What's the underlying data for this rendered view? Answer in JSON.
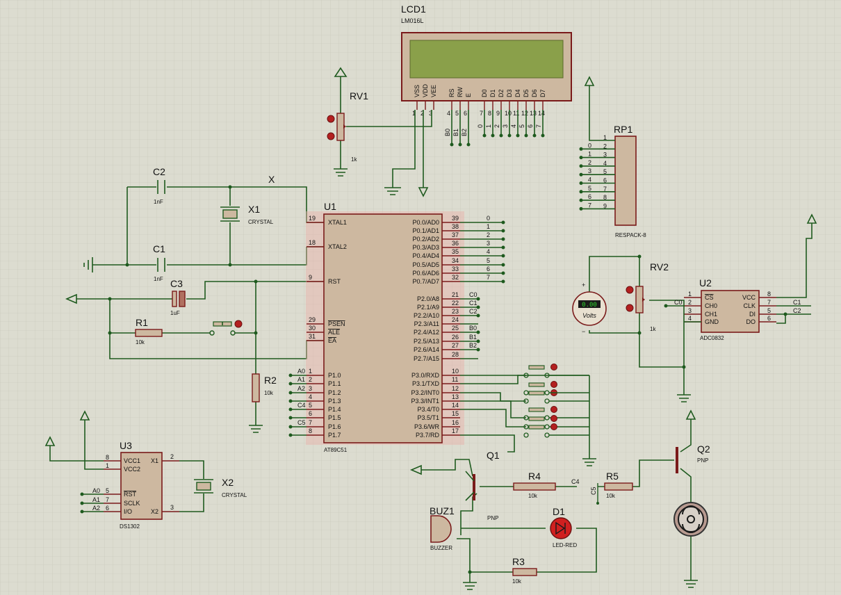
{
  "colors": {
    "background": "#dcdcd0",
    "grid": "#c8c8bc",
    "wire": "#1e5a1e",
    "pin": "#7a1a1a",
    "body": "#cdb8a0",
    "lcd_screen": "#8aa04a"
  },
  "lcd": {
    "ref": "LCD1",
    "model": "LM016L",
    "pins": [
      "VSS",
      "VDD",
      "VEE",
      "RS",
      "RW",
      "E",
      "D0",
      "D1",
      "D2",
      "D3",
      "D4",
      "D5",
      "D6",
      "D7"
    ],
    "pin_numbers": [
      "1",
      "2",
      "3",
      "4",
      "5",
      "6",
      "7",
      "8",
      "9",
      "10",
      "11",
      "12",
      "13",
      "14"
    ],
    "nets_rs": [
      "B0",
      "B1",
      "B2"
    ],
    "nets_data": [
      "0",
      "1",
      "2",
      "3",
      "4",
      "5",
      "6",
      "7"
    ]
  },
  "rv1": {
    "ref": "RV1",
    "value": "1k"
  },
  "rv2": {
    "ref": "RV2",
    "value": "1k"
  },
  "rp1": {
    "ref": "RP1",
    "model": "RESPACK-8",
    "pins": [
      "1",
      "2",
      "3",
      "4",
      "5",
      "6",
      "7",
      "8",
      "9"
    ],
    "nets": [
      "0",
      "1",
      "2",
      "3",
      "4",
      "5",
      "6",
      "7"
    ]
  },
  "c1": {
    "ref": "C1",
    "value": "1nF"
  },
  "c2": {
    "ref": "C2",
    "value": "1nF"
  },
  "c3": {
    "ref": "C3",
    "value": "1uF"
  },
  "x1": {
    "ref": "X1",
    "model": "CRYSTAL"
  },
  "x2": {
    "ref": "X2",
    "model": "CRYSTAL"
  },
  "r1": {
    "ref": "R1",
    "value": "10k"
  },
  "r2": {
    "ref": "R2",
    "value": "10k"
  },
  "r3": {
    "ref": "R3",
    "value": "10k"
  },
  "r4": {
    "ref": "R4",
    "value": "10k"
  },
  "r5": {
    "ref": "R5",
    "value": "10k"
  },
  "nc_mark": "X",
  "u1": {
    "ref": "U1",
    "model": "AT89C51",
    "left_pins": [
      [
        "19",
        "XTAL1"
      ],
      [
        "18",
        "XTAL2"
      ],
      [
        "9",
        "RST"
      ],
      [
        "29",
        "PSEN"
      ],
      [
        "30",
        "ALE"
      ],
      [
        "31",
        "EA"
      ],
      [
        "1",
        "P1.0"
      ],
      [
        "2",
        "P1.1"
      ],
      [
        "3",
        "P1.2"
      ],
      [
        "4",
        "P1.3"
      ],
      [
        "5",
        "P1.4"
      ],
      [
        "6",
        "P1.5"
      ],
      [
        "7",
        "P1.6"
      ],
      [
        "8",
        "P1.7"
      ]
    ],
    "left_nets": [
      "A0",
      "A1",
      "A2",
      "",
      "C4",
      "",
      "C5",
      ""
    ],
    "right_pins": [
      [
        "39",
        "P0.0/AD0"
      ],
      [
        "38",
        "P0.1/AD1"
      ],
      [
        "37",
        "P0.2/AD2"
      ],
      [
        "36",
        "P0.3/AD3"
      ],
      [
        "35",
        "P0.4/AD4"
      ],
      [
        "34",
        "P0.5/AD5"
      ],
      [
        "33",
        "P0.6/AD6"
      ],
      [
        "32",
        "P0.7/AD7"
      ],
      [
        "21",
        "P2.0/A8"
      ],
      [
        "22",
        "P2.1/A9"
      ],
      [
        "23",
        "P2.2/A10"
      ],
      [
        "24",
        "P2.3/A11"
      ],
      [
        "25",
        "P2.4/A12"
      ],
      [
        "26",
        "P2.5/A13"
      ],
      [
        "27",
        "P2.6/A14"
      ],
      [
        "28",
        "P2.7/A15"
      ],
      [
        "10",
        "P3.0/RXD"
      ],
      [
        "11",
        "P3.1/TXD"
      ],
      [
        "12",
        "P3.2/INT0"
      ],
      [
        "13",
        "P3.3/INT1"
      ],
      [
        "14",
        "P3.4/T0"
      ],
      [
        "15",
        "P3.5/T1"
      ],
      [
        "16",
        "P3.6/WR"
      ],
      [
        "17",
        "P3.7/RD"
      ]
    ],
    "p0_nets": [
      "0",
      "1",
      "2",
      "3",
      "4",
      "5",
      "6",
      "7"
    ],
    "p2_nets": [
      "C0",
      "C1",
      "C2",
      "",
      "B0",
      "B1",
      "B2",
      ""
    ]
  },
  "u2": {
    "ref": "U2",
    "model": "ADC0832",
    "left_pins": [
      [
        "1",
        "CS"
      ],
      [
        "2",
        "CH0"
      ],
      [
        "3",
        "CH1"
      ],
      [
        "4",
        "GND"
      ]
    ],
    "right_pins": [
      [
        "8",
        "VCC"
      ],
      [
        "7",
        "CLK"
      ],
      [
        "5",
        "DI"
      ],
      [
        "6",
        "DO"
      ]
    ],
    "nets": [
      "C0",
      "C1",
      "C2"
    ]
  },
  "u3": {
    "ref": "U3",
    "model": "DS1302",
    "left_pins": [
      [
        "8",
        "VCC1"
      ],
      [
        "1",
        "VCC2"
      ],
      [
        "5",
        "RST"
      ],
      [
        "7",
        "SCLK"
      ],
      [
        "6",
        "I/O"
      ]
    ],
    "right_pins": [
      [
        "2",
        "X1"
      ],
      [
        "3",
        "X2"
      ]
    ],
    "nets": [
      "A0",
      "A1",
      "A2"
    ]
  },
  "q1": {
    "ref": "Q1",
    "model": "PNP"
  },
  "q2": {
    "ref": "Q2",
    "model": "PNP"
  },
  "buz1": {
    "ref": "BUZ1",
    "model": "BUZZER"
  },
  "d1": {
    "ref": "D1",
    "model": "LED-RED"
  },
  "voltmeter": {
    "unit": "Volts",
    "reading": "0.00",
    "plus": "+",
    "minus": "−"
  },
  "net_c4": "C4",
  "net_c5": "C5"
}
